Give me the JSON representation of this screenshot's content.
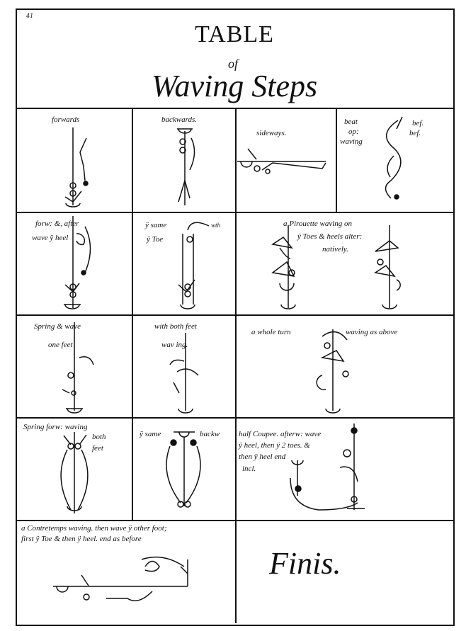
{
  "page_number": "41",
  "title": {
    "line1": "TABLE",
    "line2": "of",
    "line3": "Waving Steps"
  },
  "cells": {
    "forwards": "forwards",
    "backwards": "backwards.",
    "sideways": "sideways.",
    "beat_op": "beat",
    "beat_op2": "op:",
    "beat_waving": "waving",
    "beat_bef": "bef.",
    "beat_bef2": "bef.",
    "forw_after_1": "forw:  &, after",
    "forw_after_2": "wave ÿ      heel",
    "same_toe_1": "ÿ same",
    "same_toe_wth": "wth",
    "same_toe_2": "ÿ Toe",
    "pirouette_1": "a Pirouette waving on",
    "pirouette_2": "ÿ Toes & heels alter:",
    "pirouette_3": "natively.",
    "spring_wave_1": "Spring   & wave",
    "spring_wave_2": "one      feet",
    "both_feet_1": "with both feet",
    "both_feet_2": "wav   ing.",
    "whole_turn_1": "a whole turn",
    "whole_turn_2": "waving as above",
    "spring_forw_1": "Spring forw: waving",
    "spring_forw_2": "both",
    "spring_forw_3": "feet",
    "same_backw_1": "ÿ same",
    "same_backw_2": "backw",
    "half_coupee_1": "half Coupee. afterw: wave",
    "half_coupee_2": "ÿ heel, then ÿ 2 toes. &",
    "half_coupee_3": "then ÿ heel       end",
    "half_coupee_4": "incl.",
    "contretemps_1": "a Contretemps waving. then wave ÿ other foot;",
    "contretemps_2": "first ÿ Toe & then ÿ heel. end as before",
    "finis": "Finis."
  }
}
